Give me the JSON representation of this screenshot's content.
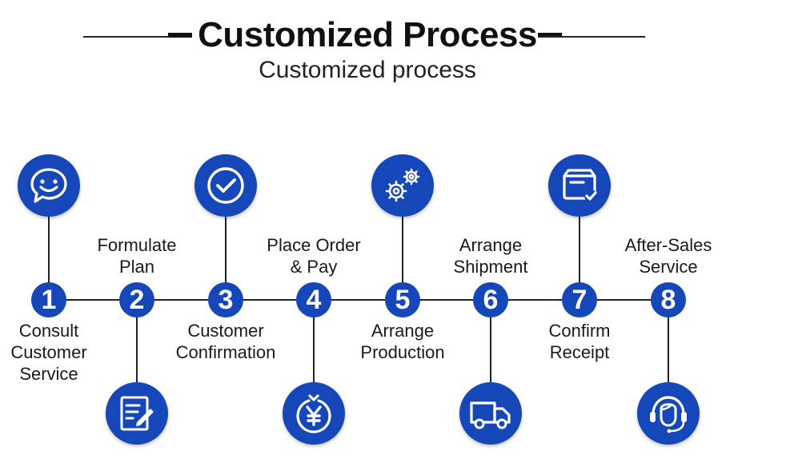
{
  "header": {
    "title": "Customized Process",
    "subtitle": "Customized process"
  },
  "colors": {
    "accent": "#1547b8",
    "line": "#222222"
  },
  "steps": [
    {
      "number": "1",
      "label": "Consult\nCustomer\nService",
      "icon": "smile-chat-icon"
    },
    {
      "number": "2",
      "label": "Formulate\nPlan",
      "icon": "document-edit-icon"
    },
    {
      "number": "3",
      "label": "Customer\nConfirmation",
      "icon": "check-circle-icon"
    },
    {
      "number": "4",
      "label": "Place Order\n& Pay",
      "icon": "yuan-payment-icon"
    },
    {
      "number": "5",
      "label": "Arrange\nProduction",
      "icon": "gears-icon"
    },
    {
      "number": "6",
      "label": "Arrange\nShipment",
      "icon": "truck-icon"
    },
    {
      "number": "7",
      "label": "Confirm\nReceipt",
      "icon": "package-check-icon"
    },
    {
      "number": "8",
      "label": "After-Sales\nService",
      "icon": "headset-support-icon"
    }
  ]
}
